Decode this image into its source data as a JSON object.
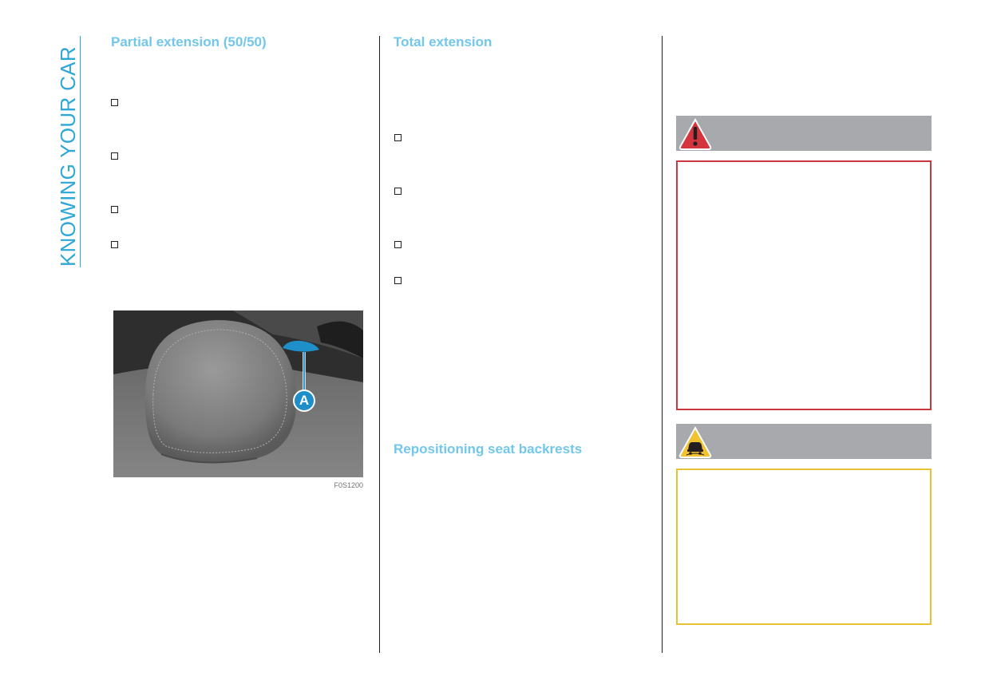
{
  "sidebar": {
    "chapter_title": "KNOWING YOUR CAR"
  },
  "column1": {
    "heading": "Partial extension (50/50)",
    "figure": {
      "callout_label": "A",
      "code": "F0S1200"
    }
  },
  "column2": {
    "heading": "Total extension",
    "heading2": "Repositioning seat backrests"
  },
  "column3": {
    "warning_box": {
      "icon": "warning-triangle-icon",
      "border_color": "#c9373f"
    },
    "caution_box": {
      "icon": "road-caution-icon",
      "border_color": "#e8c234"
    }
  },
  "colors": {
    "accent": "#2fa7d6",
    "heading": "#72c7ea",
    "callout": "#1f8fc9",
    "icon_bar": "#a7a9ac"
  }
}
